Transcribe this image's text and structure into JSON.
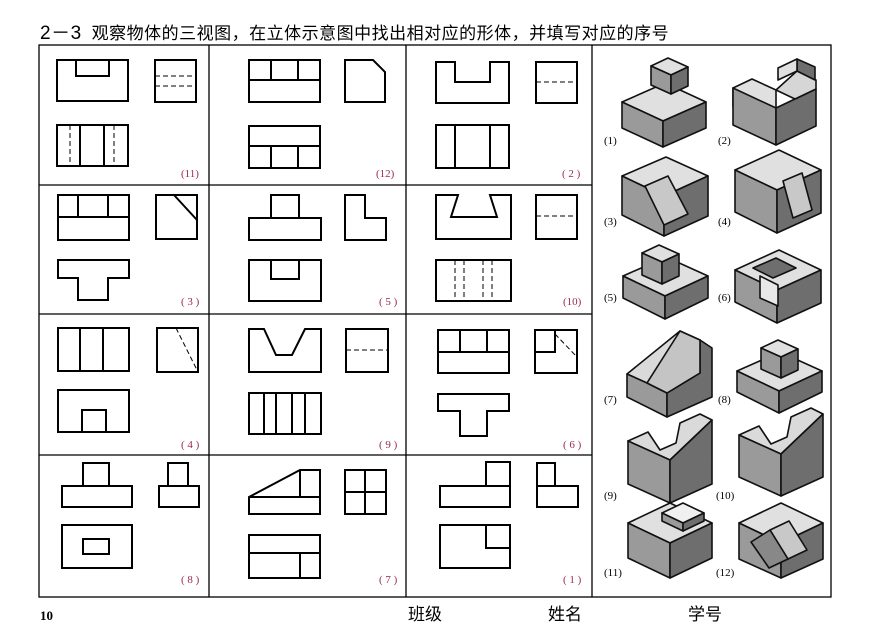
{
  "header": {
    "number": "2－3",
    "text": "观察物体的三视图，在立体示意图中找出相对应的形体，并填写对应的序号"
  },
  "cells": [
    {
      "label": "(11)"
    },
    {
      "label": "(12)"
    },
    {
      "label": "( 2 )"
    },
    {
      "label": "( 3 )"
    },
    {
      "label": "( 5 )"
    },
    {
      "label": "(10)"
    },
    {
      "label": "( 4 )"
    },
    {
      "label": "( 9 )"
    },
    {
      "label": "( 6 )"
    },
    {
      "label": "( 8 )"
    },
    {
      "label": "( 7 )"
    },
    {
      "label": "( 1 )"
    }
  ],
  "solids": [
    {
      "label": "(1)"
    },
    {
      "label": "(2)"
    },
    {
      "label": "(3)"
    },
    {
      "label": "(4)"
    },
    {
      "label": "(5)"
    },
    {
      "label": "(6)"
    },
    {
      "label": "(7)"
    },
    {
      "label": "(8)"
    },
    {
      "label": "(9)"
    },
    {
      "label": "(10)"
    },
    {
      "label": "(11)"
    },
    {
      "label": "(12)"
    }
  ],
  "footer": {
    "page": "10",
    "class_label": "班级",
    "name_label": "姓名",
    "id_label": "学号"
  },
  "colors": {
    "top_face": "#e0e0e0",
    "front_face": "#9a9a9a",
    "side_face": "#6e6e6e",
    "label": "#9a2a50"
  }
}
